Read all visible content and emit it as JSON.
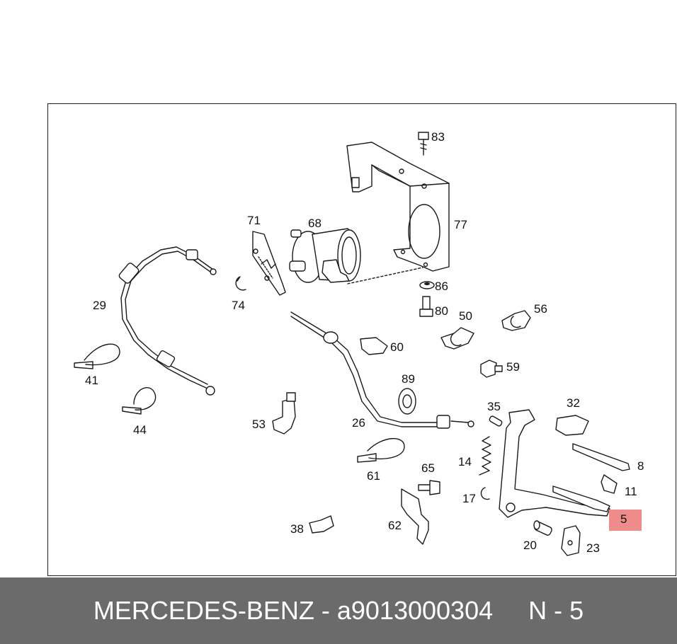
{
  "colors": {
    "footer_background": "#6b6b6b",
    "footer_text": "#ffffff",
    "highlight": "#f08b8b",
    "line": "#1a1a1a"
  },
  "diagram": {
    "callouts": {
      "p83": "83",
      "p77": "77",
      "p71": "71",
      "p68": "68",
      "p74": "74",
      "p86": "86",
      "p80": "80",
      "p50": "50",
      "p56": "56",
      "p29": "29",
      "p60": "60",
      "p59": "59",
      "p41": "41",
      "p89": "89",
      "p44": "44",
      "p32": "32",
      "p35": "35",
      "p53": "53",
      "p26": "26",
      "p8": "8",
      "p61": "61",
      "p65": "65",
      "p14": "14",
      "p11": "11",
      "p17": "17",
      "p62": "62",
      "p5": "5",
      "p38": "38",
      "p20": "20",
      "p23": "23"
    },
    "highlighted_part": "5"
  },
  "footer": {
    "brand": "MERCEDES-BENZ",
    "separator": " - ",
    "part_number": "a9013000304",
    "position_label": "N - 5"
  }
}
